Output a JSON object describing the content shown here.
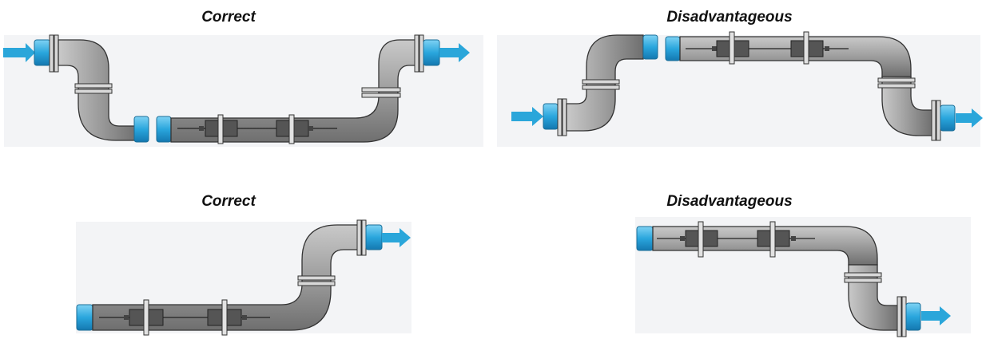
{
  "panels": [
    {
      "id": "top-left",
      "caption": "Correct"
    },
    {
      "id": "top-right",
      "caption": "Disadvantageous"
    },
    {
      "id": "bottom-left",
      "caption": "Correct"
    },
    {
      "id": "bottom-right",
      "caption": "Disadvantageous"
    }
  ],
  "colors": {
    "pipe": "#969696",
    "pipe_edge": "#3a3a3a",
    "flange_blue": "#29a8e0",
    "flow_arrow": "#2aa6da",
    "sensor": "#555555",
    "clamp": "#e2e2e2",
    "background_block": "#f3f4f6"
  }
}
